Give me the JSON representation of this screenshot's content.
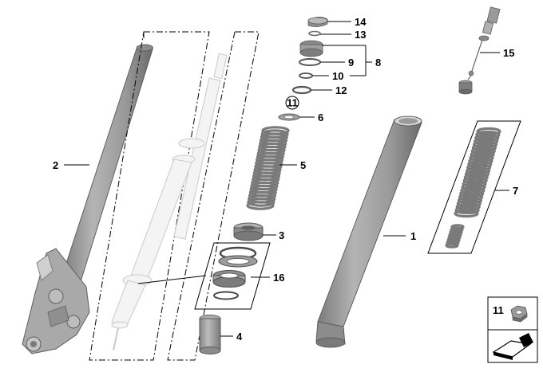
{
  "callouts": {
    "c1": "1",
    "c2": "2",
    "c3": "3",
    "c4": "4",
    "c5": "5",
    "c6": "6",
    "c7": "7",
    "c8": "8",
    "c9": "9",
    "c10": "10",
    "c11": "11",
    "c12": "12",
    "c13": "13",
    "c14": "14",
    "c15": "15",
    "c16": "16"
  },
  "inset": {
    "label": "11"
  },
  "colors": {
    "part_gray": "#9a9a9a",
    "part_dark": "#6e6e6e",
    "ghost_outline": "#c9c9c9",
    "line": "#000000"
  },
  "icons": {
    "inset_part": "hex-nut-icon",
    "inset_symbol": "arrow-plate-icon"
  }
}
